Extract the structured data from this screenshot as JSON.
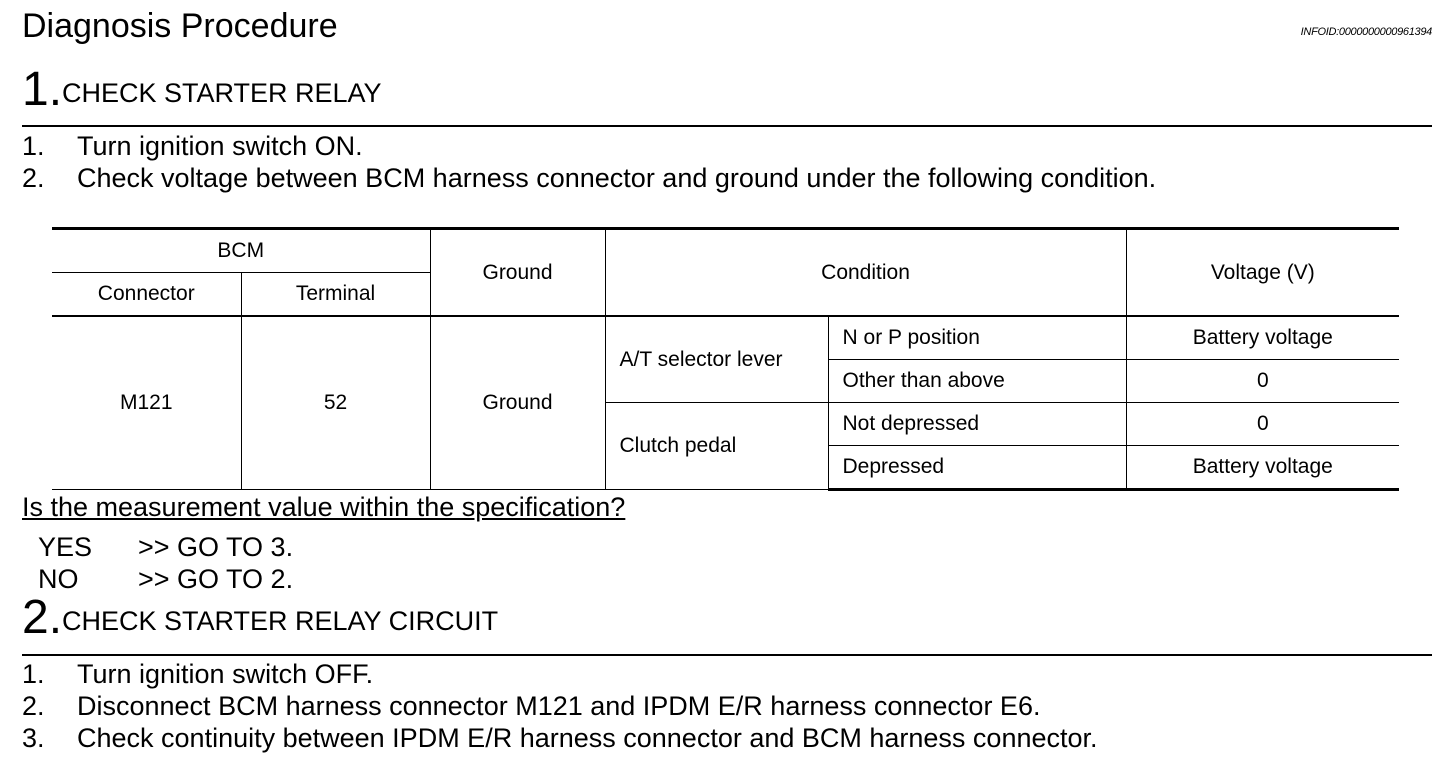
{
  "header": {
    "title": "Diagnosis Procedure",
    "info_id": "INFOID:0000000000961394"
  },
  "step1": {
    "number": "1.",
    "title": "CHECK STARTER RELAY",
    "items": [
      {
        "n": "1.",
        "text": "Turn ignition switch ON."
      },
      {
        "n": "2.",
        "text": "Check voltage between BCM harness connector and ground under the following condition."
      }
    ]
  },
  "table": {
    "group_header": "BCM",
    "col_connector": "Connector",
    "col_terminal": "Terminal",
    "col_ground": "Ground",
    "col_condition": "Condition",
    "col_voltage": "Voltage (V)",
    "connector": "M121",
    "terminal": "52",
    "ground": "Ground",
    "cond_at": "A/T selector lever",
    "cond_clutch": "Clutch pedal",
    "rows": [
      {
        "state": "N or P position",
        "voltage": "Battery voltage"
      },
      {
        "state": "Other than above",
        "voltage": "0"
      },
      {
        "state": "Not depressed",
        "voltage": "0"
      },
      {
        "state": "Depressed",
        "voltage": "Battery voltage"
      }
    ]
  },
  "question": "Is the measurement value within the specification?",
  "answers": [
    {
      "label": "YES",
      "action": ">> GO TO 3."
    },
    {
      "label": "NO",
      "action": ">> GO TO 2."
    }
  ],
  "step2": {
    "number": "2.",
    "title": "CHECK STARTER RELAY CIRCUIT",
    "items": [
      {
        "n": "1.",
        "text": "Turn ignition switch OFF."
      },
      {
        "n": "2.",
        "text": "Disconnect BCM harness connector M121 and IPDM E/R harness connector E6."
      },
      {
        "n": "3.",
        "text": "Check continuity between IPDM E/R harness connector and BCM harness connector."
      }
    ]
  }
}
